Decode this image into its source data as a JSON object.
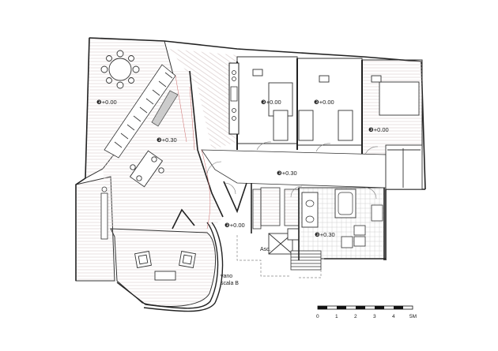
{
  "plan": {
    "level_labels": [
      "+0.00",
      "+0.30",
      "+0.00",
      "+0.00",
      "+0.00",
      "+0.30",
      "+0.00",
      "+0.30"
    ],
    "marker_glyph": "❸",
    "room_labels": {
      "elevator": "Asc.",
      "stair_line1": "vano",
      "stair_line2": "scala B"
    },
    "scale_bar": {
      "ticks": [
        "0",
        "1",
        "2",
        "3",
        "4",
        "5M"
      ]
    }
  }
}
